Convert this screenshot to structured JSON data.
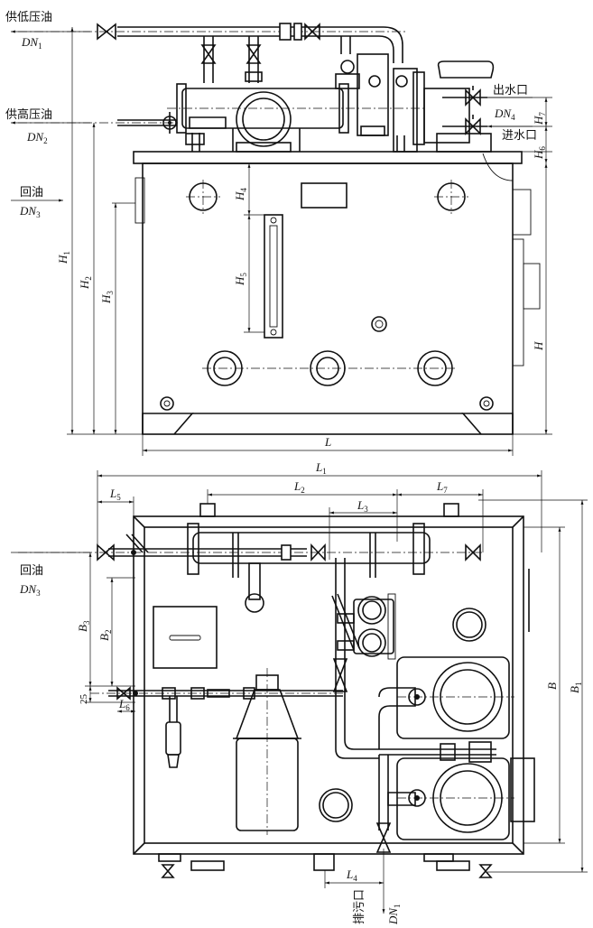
{
  "labels": {
    "low_pressure_oil": "供低压油",
    "dn1": "DN",
    "dn1_sub": "1",
    "high_pressure_oil": "供高压油",
    "dn2": "DN",
    "dn2_sub": "2",
    "return_oil_top": "回油",
    "dn3_top": "DN",
    "dn3_top_sub": "3",
    "water_out": "出水口",
    "dn4": "DN",
    "dn4_sub": "4",
    "water_in": "进水口",
    "return_oil_bottom": "回油",
    "dn3_bottom": "DN",
    "dn3_bottom_sub": "3",
    "drain": "排污口",
    "dn1_drain": "DN",
    "dn1_drain_sub": "1"
  },
  "dimensions": {
    "H1": "H",
    "H1_sub": "1",
    "H2": "H",
    "H2_sub": "2",
    "H3": "H",
    "H3_sub": "3",
    "H4": "H",
    "H4_sub": "4",
    "H5": "H",
    "H5_sub": "5",
    "H6": "H",
    "H6_sub": "6",
    "H7": "H",
    "H7_sub": "7",
    "H": "H",
    "L": "L",
    "L1": "L",
    "L1_sub": "1",
    "L2": "L",
    "L2_sub": "2",
    "L3": "L",
    "L3_sub": "3",
    "L4": "L",
    "L4_sub": "4",
    "L5": "L",
    "L5_sub": "5",
    "L6": "L",
    "L6_sub": "6",
    "L7": "L",
    "L7_sub": "7",
    "B": "B",
    "B1": "B",
    "B1_sub": "1",
    "B2": "B",
    "B2_sub": "2",
    "B3": "B",
    "B3_sub": "3",
    "d25": "25"
  }
}
